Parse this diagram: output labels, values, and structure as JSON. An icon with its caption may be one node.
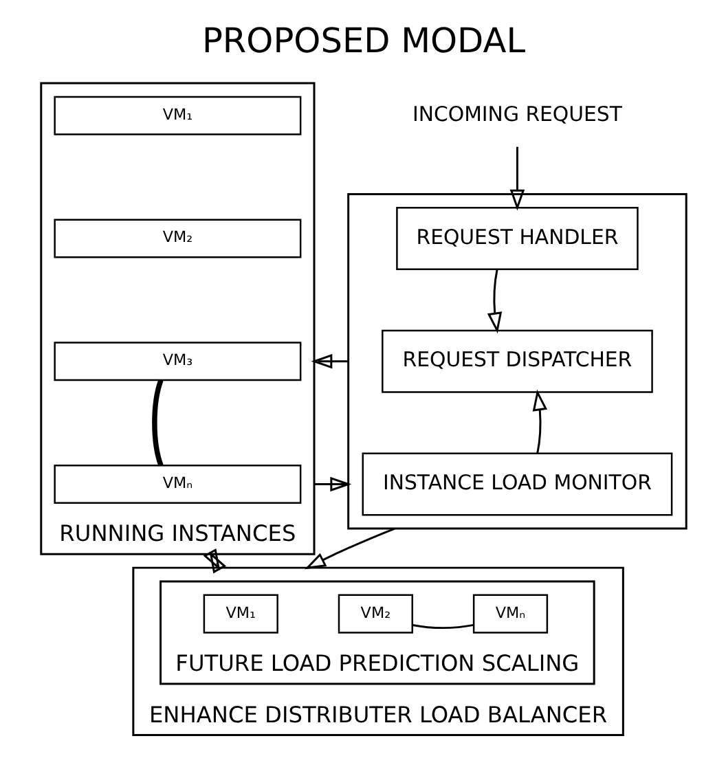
{
  "diagram": {
    "title": "PROPOSED MODAL",
    "nodes": [
      {
        "text": [
          "RUNNING INSTANCES"
        ]
      },
      {
        "text": [
          "VM₁"
        ],
        "in": 0
      },
      {
        "text": [
          "VM₂"
        ],
        "in": 0
      },
      {
        "text": [
          "VM₃"
        ],
        "in": 0
      },
      {
        "text": [
          "VMₙ"
        ],
        "in": 0
      },
      {
        "text": [],
        "shape": "box"
      },
      {
        "text": [
          "REQUEST HANDLER"
        ],
        "in": 5
      },
      {
        "text": [
          "REQUEST DISPATCHER"
        ],
        "in": 5
      },
      {
        "text": [
          "INSTANCE LOAD MONITOR"
        ],
        "in": 5
      },
      {
        "text": [
          "ENHANCE DISTRIBUTER LOAD BALANCER"
        ]
      },
      {
        "text": [
          "FUTURE LOAD PREDICTION SCALING"
        ],
        "in": 9
      },
      {
        "text": [
          "VM₁"
        ],
        "in": 10
      },
      {
        "text": [
          "VM₂"
        ],
        "in": 10
      },
      {
        "text": [
          "VMₙ"
        ],
        "in": 10
      },
      {
        "text": [
          "INCOMING REQUEST"
        ]
      }
    ],
    "edges": [
      {
        "from": 14,
        "to": 6,
        "arrow": "to"
      },
      {
        "from": 6,
        "to": 7,
        "arrow": "to"
      },
      {
        "from": 8,
        "to": 7,
        "arrow": "to"
      },
      {
        "from": 0,
        "to": 5,
        "arrow": "to"
      },
      {
        "from": 5,
        "to": 0,
        "arrow": "to"
      },
      {
        "from": 0,
        "to": 9,
        "arrow": "both"
      },
      {
        "from": 5,
        "to": 9,
        "arrow": "to"
      },
      {
        "from": 3,
        "to": 4,
        "arrow": "none",
        "style": "thick"
      },
      {
        "from": 12,
        "to": 13,
        "arrow": "none"
      }
    ]
  }
}
